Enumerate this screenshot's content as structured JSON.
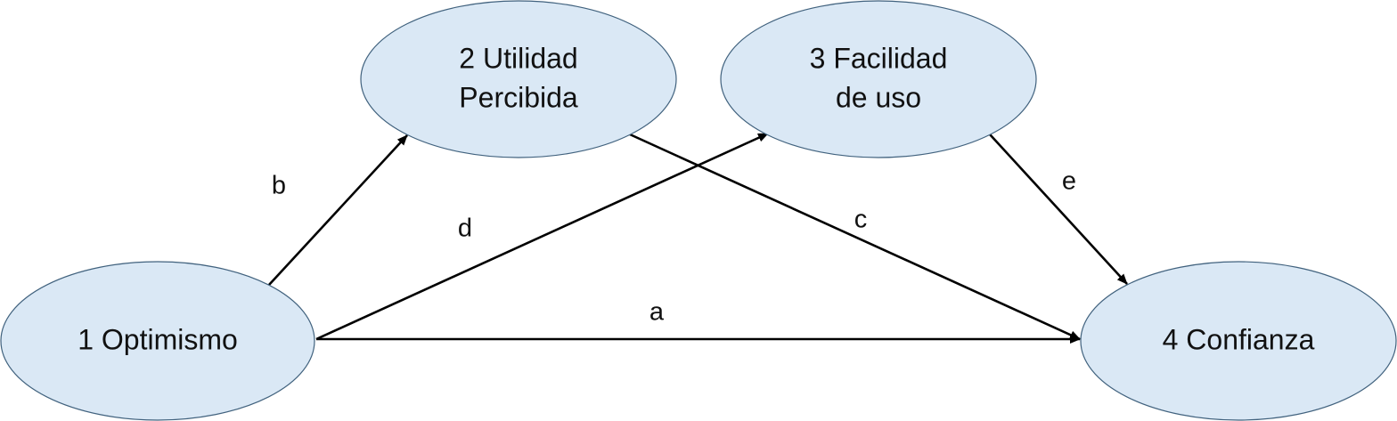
{
  "diagram": {
    "type": "path-model",
    "colors": {
      "node_fill": "#dae8f5",
      "node_stroke": "#41627e",
      "edge": "#000000",
      "text": "#111111",
      "background": "#ffffff"
    },
    "nodes": [
      {
        "id": "1",
        "lines": [
          "1 Optimismo"
        ]
      },
      {
        "id": "2",
        "lines": [
          "2 Utilidad",
          "Percibida"
        ]
      },
      {
        "id": "3",
        "lines": [
          "3 Facilidad",
          "de uso"
        ]
      },
      {
        "id": "4",
        "lines": [
          "4 Confianza"
        ]
      }
    ],
    "edges": [
      {
        "label": "a",
        "from": "1 Optimismo",
        "to": "4 Confianza"
      },
      {
        "label": "b",
        "from": "1 Optimismo",
        "to": "2 Utilidad Percibida"
      },
      {
        "label": "c",
        "from": "2 Utilidad Percibida",
        "to": "4 Confianza"
      },
      {
        "label": "d",
        "from": "1 Optimismo",
        "to": "3 Facilidad de uso"
      },
      {
        "label": "e",
        "from": "3 Facilidad de uso",
        "to": "4 Confianza"
      }
    ]
  }
}
